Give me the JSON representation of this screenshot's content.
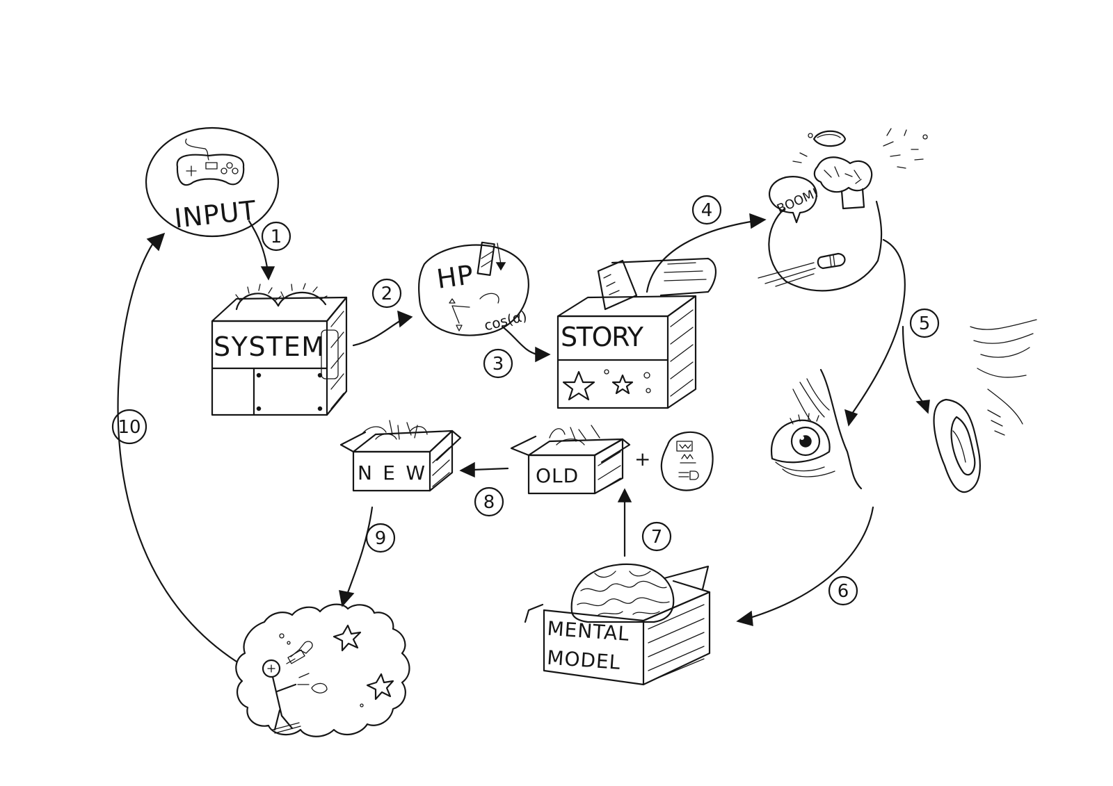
{
  "nodes": {
    "input": {
      "label": "INPUT"
    },
    "system": {
      "label": "SYSTEM"
    },
    "calc": {
      "hp": "HP",
      "formula": "cos(α)"
    },
    "story": {
      "label": "STORY"
    },
    "effect": {
      "bubble": "BOOM!"
    },
    "new_box": {
      "label": "NEW"
    },
    "old_box": {
      "label": "OLD",
      "plus": "+"
    },
    "mental_model": {
      "line1": "MENTAL",
      "line2": "MODEL"
    }
  },
  "steps": [
    "1",
    "2",
    "3",
    "4",
    "5",
    "6",
    "7",
    "8",
    "9",
    "10"
  ],
  "icons": [
    "gamepad-icon",
    "gears-icon",
    "stars-icon",
    "explosion-icon",
    "bullet-icon",
    "eye-icon",
    "ear-icon",
    "brain-icon",
    "stick-figure-icon"
  ],
  "colors": {
    "ink": "#151515",
    "paper": "#ffffff"
  }
}
